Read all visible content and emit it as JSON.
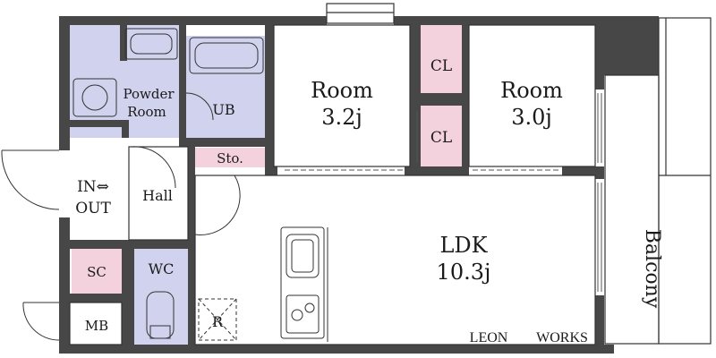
{
  "rooms": {
    "room_left": {
      "name": "Room",
      "size": "3.2j"
    },
    "room_right": {
      "name": "Room",
      "size": "3.0j"
    },
    "ldk": {
      "name": "LDK",
      "size": "10.3j"
    },
    "closet_top": "CL",
    "closet_bottom": "CL",
    "powder_line1": "Powder",
    "powder_line2": "Room",
    "unit_bath": "UB",
    "storage": "Sto.",
    "entrance_line1": "IN⇔",
    "entrance_line2": "OUT",
    "hall": "Hall",
    "shoe_closet": "SC",
    "toilet": "WC",
    "meter_box": "MB",
    "fridge": "R",
    "balcony": "Balcony"
  },
  "brand": {
    "word1": "LEON",
    "word2": "WORKS"
  },
  "colors": {
    "wall": "#474747",
    "wet_area": "#d0d2ee",
    "closet": "#f3d2dd",
    "line": "#333333"
  }
}
